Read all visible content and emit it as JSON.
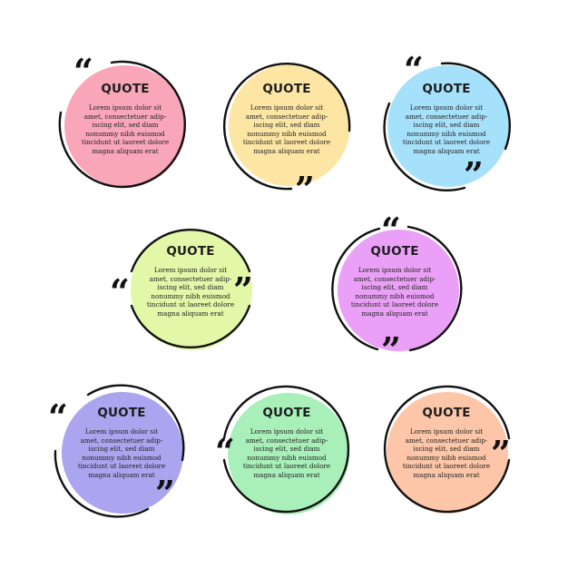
{
  "badges": [
    {
      "title": "QUOTE",
      "color": "#f8a6b8",
      "quote_open": "“"
    },
    {
      "title": "QUOTE",
      "color": "#fde6a4",
      "quote_close": "”"
    },
    {
      "title": "QUOTE",
      "color": "#a6e1fb",
      "quote_open": "“",
      "quote_close": "”"
    },
    {
      "title": "QUOTE",
      "color": "#e2f7a8",
      "quote_open": "“",
      "quote_close": "”"
    },
    {
      "title": "QUOTE",
      "color": "#eaa0f6",
      "quote_open": "“",
      "quote_close": "”"
    },
    {
      "title": "QUOTE",
      "color": "#aba4ee",
      "quote_open": "“",
      "quote_close": "”"
    },
    {
      "title": "QUOTE",
      "color": "#a8efba",
      "quote_open": "“"
    },
    {
      "title": "QUOTE",
      "color": "#fdc6a8",
      "quote_close": "”"
    }
  ],
  "body_lines": [
    "Lorem ipsum dolor sit",
    "amet, consectetuer adip-",
    "iscing elit, sed diam",
    "nonummy nibh euismod",
    "tincidunt ut laoreet dolore",
    "magna aliquam erat"
  ]
}
